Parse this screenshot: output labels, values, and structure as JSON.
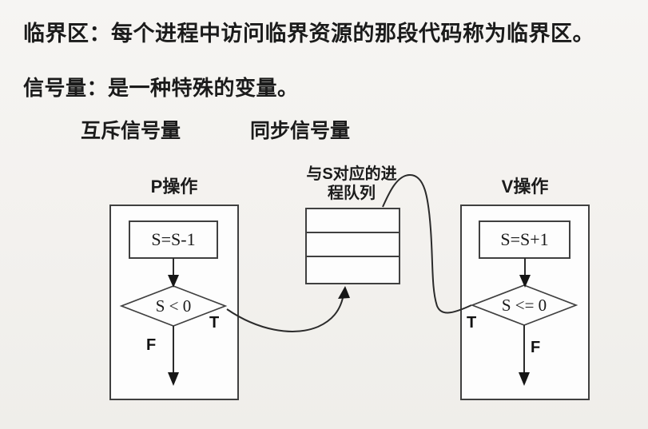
{
  "slide": {
    "definition_critical": "临界区：每个进程中访问临界资源的那段代码称为临界区。",
    "definition_semaphore": "信号量：是一种特殊的变量。",
    "semaphore_mutex": "互斥信号量",
    "semaphore_sync": "同步信号量"
  },
  "diagram": {
    "p": {
      "title": "P操作",
      "assign": "S=S-1",
      "condition": "S < 0",
      "true": "T",
      "false": "F"
    },
    "queue": {
      "label1": "与S对应的进",
      "label2": "程队列",
      "rows": 3
    },
    "v": {
      "title": "V操作",
      "assign": "S=S+1",
      "condition": "S <= 0",
      "true": "T",
      "false": "F"
    }
  },
  "colors": {
    "background": "#f5f4f1",
    "ink": "#1b1b1b",
    "line": "#404040",
    "box_fill": "#fdfdfd"
  }
}
